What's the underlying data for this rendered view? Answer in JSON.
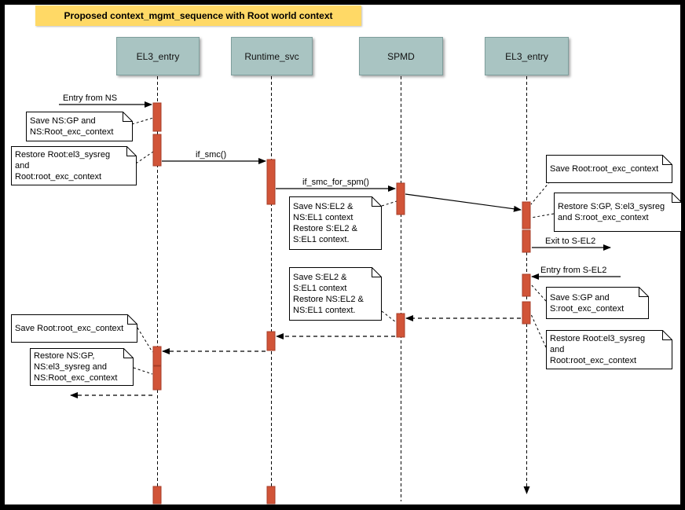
{
  "title_banner": {
    "text": "Proposed context_mgmt_sequence with Root world context"
  },
  "colors": {
    "banner": "#FFD966",
    "header-fill": "#A9C4C2",
    "header-border": "#7E9E9C",
    "activation-fill": "#D15438",
    "activation-border": "#A63E28",
    "note-fill": "#FFFFFF",
    "line": "#000000"
  },
  "lifelines": [
    {
      "label": "EL3_entry"
    },
    {
      "label": "Runtime_svc"
    },
    {
      "label": "SPMD"
    },
    {
      "label": "EL3_entry"
    }
  ],
  "messages": {
    "entry_from_ns": "Entry from NS",
    "if_smc": "if_smc()",
    "if_smc_for_spm": "if_smc_for_spm()",
    "exit_to_sel2": "Exit to S-EL2",
    "entry_from_sel2": "Entry from S-EL2"
  },
  "notes": {
    "save_ns_gp": "Save NS:GP and\nNS:Root_exc_context",
    "restore_root_el3_left": "Restore Root:el3_sysreg\nand\nRoot:root_exc_context",
    "save_ns_el2": "Save NS:EL2 &\nNS:EL1 context\nRestore S:EL2 &\nS:EL1 context.",
    "save_root_exc_right": "Save Root:root_exc_context",
    "restore_s_gp": "Restore S:GP, S:el3_sysreg\nand S:root_exc_context",
    "save_s_gp": "Save S:GP and\nS:root_exc_context",
    "restore_root_el3_right": "Restore Root:el3_sysreg\nand\nRoot:root_exc_context",
    "save_s_el2": "Save S:EL2 &\nS:EL1 context\nRestore NS:EL2 &\nNS:EL1 context.",
    "save_root_exc_left": "Save Root:root_exc_context",
    "restore_ns_gp": "Restore NS:GP,\nNS:el3_sysreg and\nNS:Root_exc_context"
  }
}
